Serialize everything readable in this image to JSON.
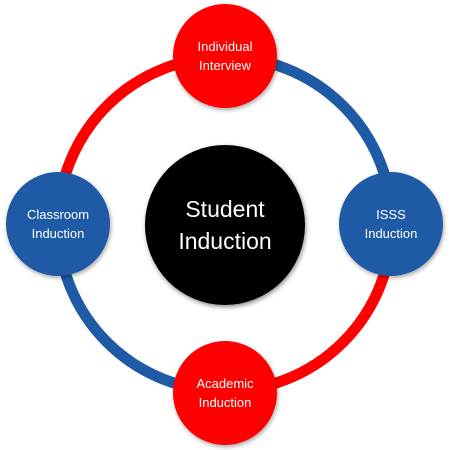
{
  "diagram": {
    "center": {
      "label": "Student\nInduction",
      "color": "#000000"
    },
    "nodes": [
      {
        "id": "top",
        "label": "Individual\nInterview",
        "color": "#ff0000"
      },
      {
        "id": "right",
        "label": "ISSS\nInduction",
        "color": "#1f5aa6"
      },
      {
        "id": "bottom",
        "label": "Academic\nInduction",
        "color": "#ff0000"
      },
      {
        "id": "left",
        "label": "Classroom\nInduction",
        "color": "#1f5aa6"
      }
    ],
    "ring_colors": {
      "red": "#ff0000",
      "blue": "#1f5aa6"
    }
  }
}
